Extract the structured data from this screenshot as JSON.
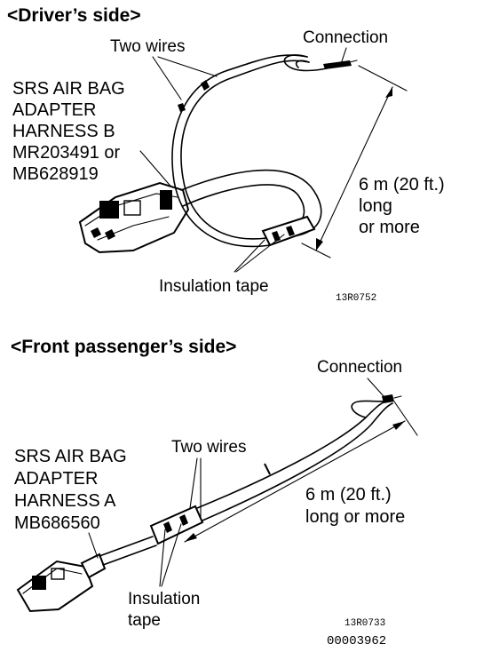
{
  "driver": {
    "header": "<Driver’s side>",
    "harness_label": [
      "SRS AIR BAG",
      "ADAPTER",
      "HARNESS B",
      "MR203491 or",
      "MB628919"
    ],
    "two_wires": "Two wires",
    "connection": "Connection",
    "length_label": [
      "6 m  (20 ft.)",
      "long",
      "or more"
    ],
    "insulation": "Insulation tape",
    "figure_code": "13R0752"
  },
  "passenger": {
    "header": "<Front passenger’s side>",
    "harness_label": [
      "SRS AIR BAG",
      "ADAPTER",
      "HARNESS A",
      "MB686560"
    ],
    "two_wires": "Two wires",
    "connection": "Connection",
    "length_label": [
      "6 m  (20 ft.)",
      "long or more"
    ],
    "insulation": [
      "Insulation",
      "tape"
    ],
    "figure_code": "13R0733",
    "doc_code": "00003962"
  }
}
